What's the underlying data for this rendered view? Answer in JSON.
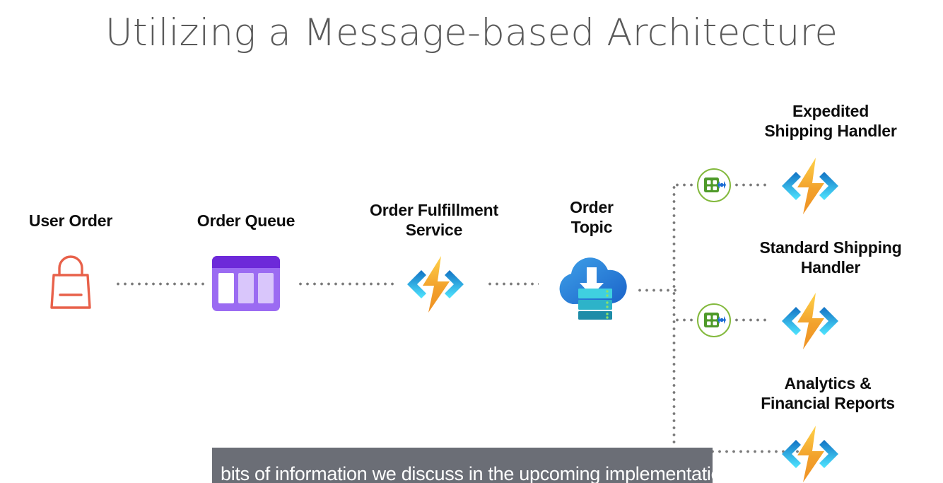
{
  "slide": {
    "title": "Utilizing a Message-based Architecture",
    "title_color": "#5a5a5a",
    "background_color": "#ffffff"
  },
  "nodes": {
    "user_order": {
      "label": "User Order",
      "icon": "shopping-bag-icon",
      "color": "#e8614a"
    },
    "order_queue": {
      "label": "Order Queue",
      "icon": "queue-icon",
      "color": "#9b6bf2",
      "header_color": "#6d29d9"
    },
    "order_fulfillment": {
      "label_line1": "Order Fulfillment",
      "label_line2": "Service",
      "icon": "azure-functions-icon",
      "color": "#f5a623"
    },
    "order_topic": {
      "label_line1": "Order",
      "label_line2": "Topic",
      "icon": "cloud-topic-icon",
      "color": "#2b7cd3"
    }
  },
  "handlers": [
    {
      "label_line1": "Expedited",
      "label_line2": "Shipping Handler",
      "icon": "azure-functions-icon",
      "subscription_icon": "subscription-icon"
    },
    {
      "label_line1": "Standard Shipping",
      "label_line2": "Handler",
      "icon": "azure-functions-icon",
      "subscription_icon": "subscription-icon"
    },
    {
      "label_line1": "Analytics &",
      "label_line2": "Financial Reports",
      "icon": "azure-functions-icon",
      "subscription_icon": null
    }
  ],
  "caption": {
    "text": "bits of information we discuss in the upcoming implementation",
    "background_color": "#6b6e76",
    "text_color": "#ffffff"
  },
  "connectors": {
    "style": "dotted",
    "color": "#7a7a7a"
  }
}
